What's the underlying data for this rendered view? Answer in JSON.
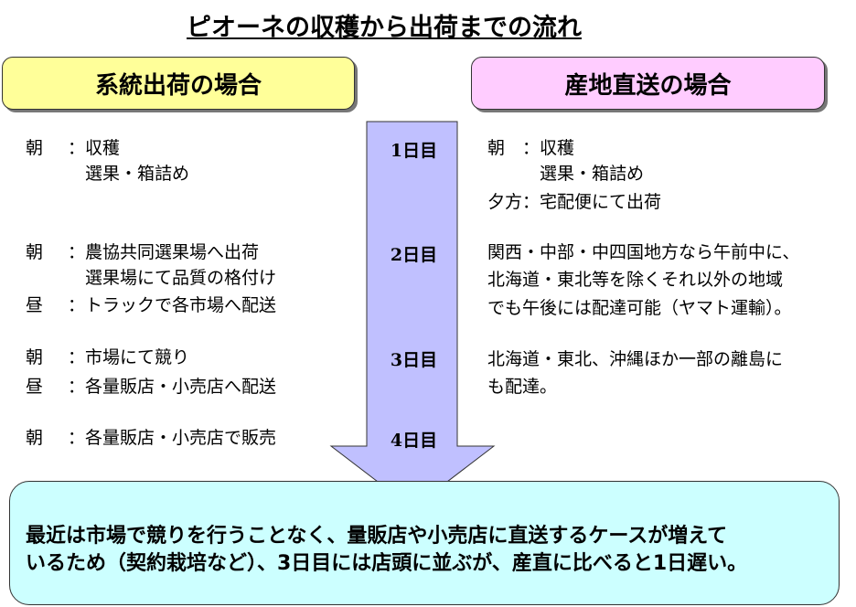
{
  "title": "ピオーネの収穫から出荷までの流れ",
  "left": {
    "header": "系統出荷の場合",
    "lines": [
      {
        "time": "朝",
        "text": "：収穫"
      },
      {
        "time": "",
        "text": "　選果・箱詰め"
      },
      {
        "time": "朝",
        "text": "：農協共同選果場へ出荷"
      },
      {
        "time": "",
        "text": "　選果場にて品質の格付け"
      },
      {
        "time": "昼",
        "text": "：トラックで各市場へ配送"
      },
      {
        "time": "朝",
        "text": "：市場にて競り"
      },
      {
        "time": "昼",
        "text": "：各量販店・小売店へ配送"
      },
      {
        "time": "朝",
        "text": "：各量販店・小売店で販売"
      }
    ]
  },
  "days": [
    "1日目",
    "2日目",
    "3日目",
    "4日目"
  ],
  "right": {
    "header": "産地直送の場合",
    "lines": [
      "朝　：収穫",
      "　　　選果・箱詰め",
      "夕方：宅配便にて出荷",
      "関西・中部・中四国地方なら午前中に、",
      "北海道・東北等を除くそれ以外の地域",
      "でも午後には配達可能（ヤマト運輸）。",
      "北海道・東北、沖縄ほか一部の離島に",
      "も配達。"
    ]
  },
  "note": [
    "最近は市場で競りを行うことなく、量販店や小売店に直送するケースが増えて",
    "いるため（契約栽培など）、3日目には店頭に並ぶが、産直に比べると1日遅い。"
  ],
  "colors": {
    "left_header": "#ffff99",
    "right_header": "#ffccff",
    "arrow": "#c0c0ff",
    "note": "#ccffff"
  }
}
